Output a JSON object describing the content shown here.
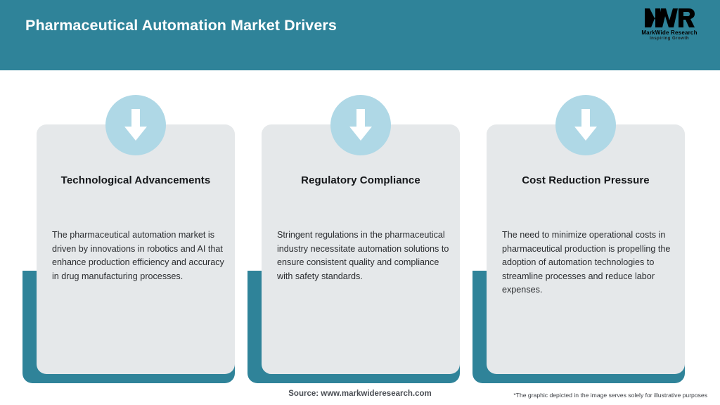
{
  "header": {
    "title": "Pharmaceutical Automation Market Drivers",
    "background_color": "#2f8399",
    "title_color": "#ffffff",
    "logo": {
      "mark": "MWR",
      "name": "MarkWide Research",
      "tagline": "Inspiring Growth"
    }
  },
  "theme": {
    "accent_teal": "#2f8399",
    "badge_blue": "#afd8e6",
    "panel_grey": "#e5e8ea",
    "arrow_white": "#ffffff"
  },
  "cards": [
    {
      "icon": "down-arrow-icon",
      "title": "Technological Advancements",
      "body": "The pharmaceutical automation market is driven by innovations in robotics and AI that enhance production efficiency and accuracy in drug manufacturing processes."
    },
    {
      "icon": "down-arrow-icon",
      "title": "Regulatory Compliance",
      "body": "Stringent regulations in the pharmaceutical industry necessitate automation solutions to ensure consistent quality and compliance with safety standards."
    },
    {
      "icon": "down-arrow-icon",
      "title": "Cost Reduction Pressure",
      "body": "The need to minimize operational costs in pharmaceutical production is propelling the adoption of automation technologies to streamline processes and reduce labor expenses."
    }
  ],
  "footer": {
    "source": "Source: www.markwideresearch.com",
    "disclaimer": "*The graphic depicted in the image serves solely for illustrative purposes"
  }
}
